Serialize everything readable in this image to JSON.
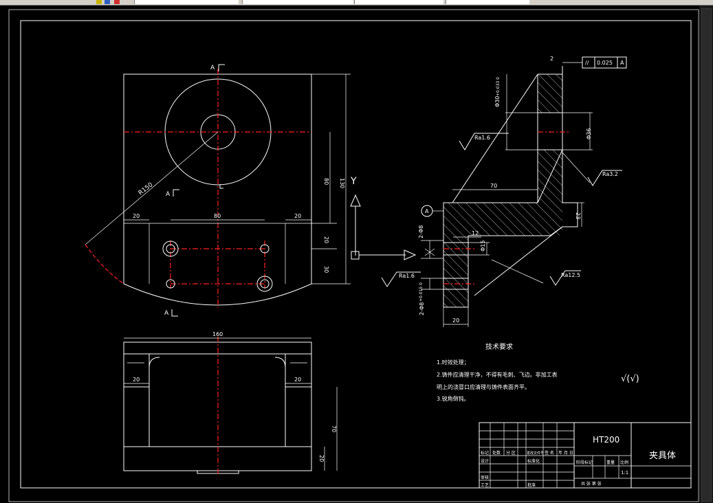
{
  "toolbar": {
    "fields": [
      "",
      "",
      "",
      "",
      ""
    ]
  },
  "drawing": {
    "section_mark": "A",
    "section_title": "A-A",
    "plan_view": {
      "radius_label": "R150",
      "dims": {
        "top_left": "20",
        "top_mid": "80",
        "top_right": "20",
        "right_80": "80",
        "right_130": "130",
        "right_20": "20",
        "right_30": "30"
      }
    },
    "front_view": {
      "dims": {
        "width": "160",
        "left": "20",
        "right": "20",
        "height": "70",
        "base": "20"
      }
    },
    "section_view": {
      "tolerance": {
        "symbol": "//",
        "value": "0.025",
        "datum": "A"
      },
      "tol_leader": "2",
      "bore": "Φ30",
      "bore_fit": "+0.033\n0",
      "dia36": "Φ36",
      "ra_top": "Ra1.6",
      "ra_right": "Ra3.2",
      "ra_bottom_left": "Ra1.6",
      "ra_bottom_right": "Ra12.5",
      "dim70": "70",
      "dim23": "23",
      "dim12": "12",
      "dia15": "Φ15",
      "holes_upper": "2-Φ8",
      "holes_lower": "2-Φ8",
      "holes_fit": "+0.015\n0",
      "dim20": "20",
      "datum_a": "A"
    },
    "ucs": {
      "y": "Y"
    },
    "notes": {
      "title": "技术要求",
      "items": [
        "1.时效处理；",
        "2.铸件应清理干净，不得有毛刺、飞边。非加工表",
        "明上的浇冒口应清理与铸件表面齐平。",
        "3.锐角倒钝。"
      ]
    },
    "roughness_symbol": "√(√)",
    "title_block": {
      "material": "HT200",
      "part_name": "夹具体",
      "scale": "1:1",
      "row_labels": [
        "标记",
        "处数",
        "分 区",
        "更改文件号",
        "签 名",
        "年 月 日"
      ],
      "design": "设计",
      "standard": "标准化",
      "stage_mark": "阶段标记",
      "weight": "重量",
      "ratio": "比例",
      "review": "审核",
      "process": "工艺",
      "approve": "批准",
      "sheets": "共 张 第 张"
    }
  }
}
